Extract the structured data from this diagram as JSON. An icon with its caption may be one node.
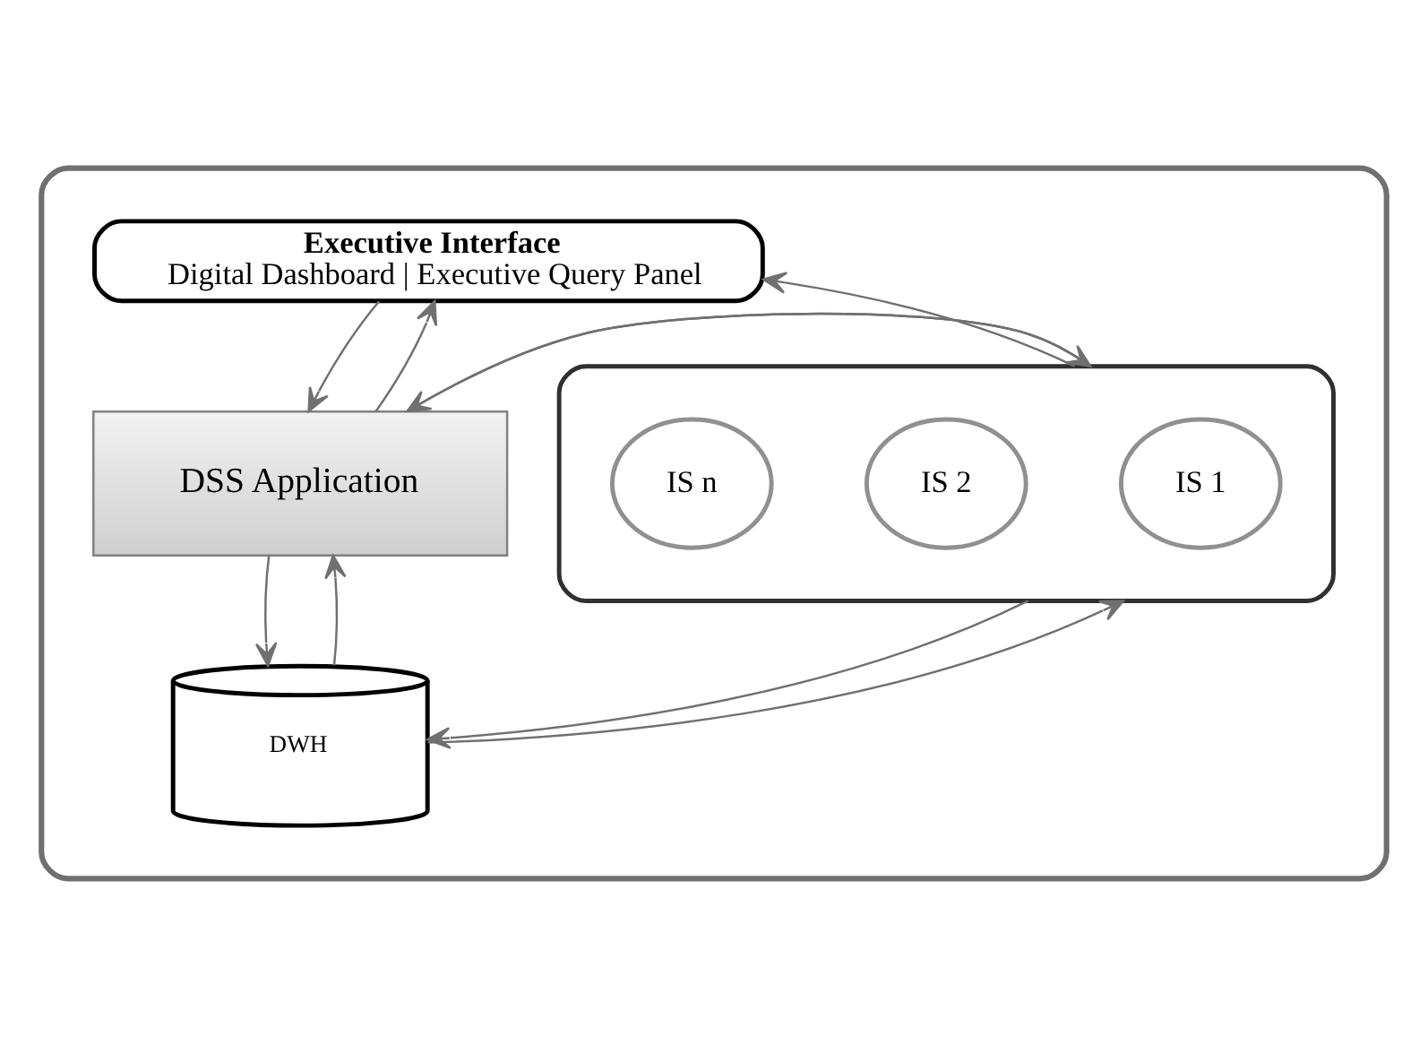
{
  "diagram": {
    "nodes": [
      {
        "text": [],
        "shape": "cloud"
      },
      {
        "text": [
          "Executive Interface",
          "Digital Dashboard | Executive Query Panel"
        ],
        "in": 0
      },
      {
        "text": [
          "DSS Application"
        ],
        "in": 0
      },
      {
        "text": [
          "DWH"
        ],
        "in": 0
      },
      {
        "text": [],
        "shape": "box",
        "in": 0
      },
      {
        "text": [
          "IS 1"
        ],
        "in": 4
      },
      {
        "text": [
          "IS 2"
        ],
        "in": 4
      },
      {
        "text": [
          "IS n"
        ],
        "in": 4
      }
    ],
    "edges": [
      {
        "from": 1,
        "to": 2,
        "arrow": "to"
      },
      {
        "from": 2,
        "to": 1,
        "arrow": "to"
      },
      {
        "from": 3,
        "to": 2,
        "arrow": "to"
      },
      {
        "from": 2,
        "to": 3,
        "arrow": "to"
      },
      {
        "from": 2,
        "to": 4,
        "arrow": "to"
      },
      {
        "from": 4,
        "to": 2,
        "arrow": "to"
      },
      {
        "from": 4,
        "to": 1,
        "arrow": "to"
      },
      {
        "from": 3,
        "to": 4,
        "arrow": "to"
      },
      {
        "from": 4,
        "to": 3,
        "arrow": "to"
      }
    ]
  }
}
